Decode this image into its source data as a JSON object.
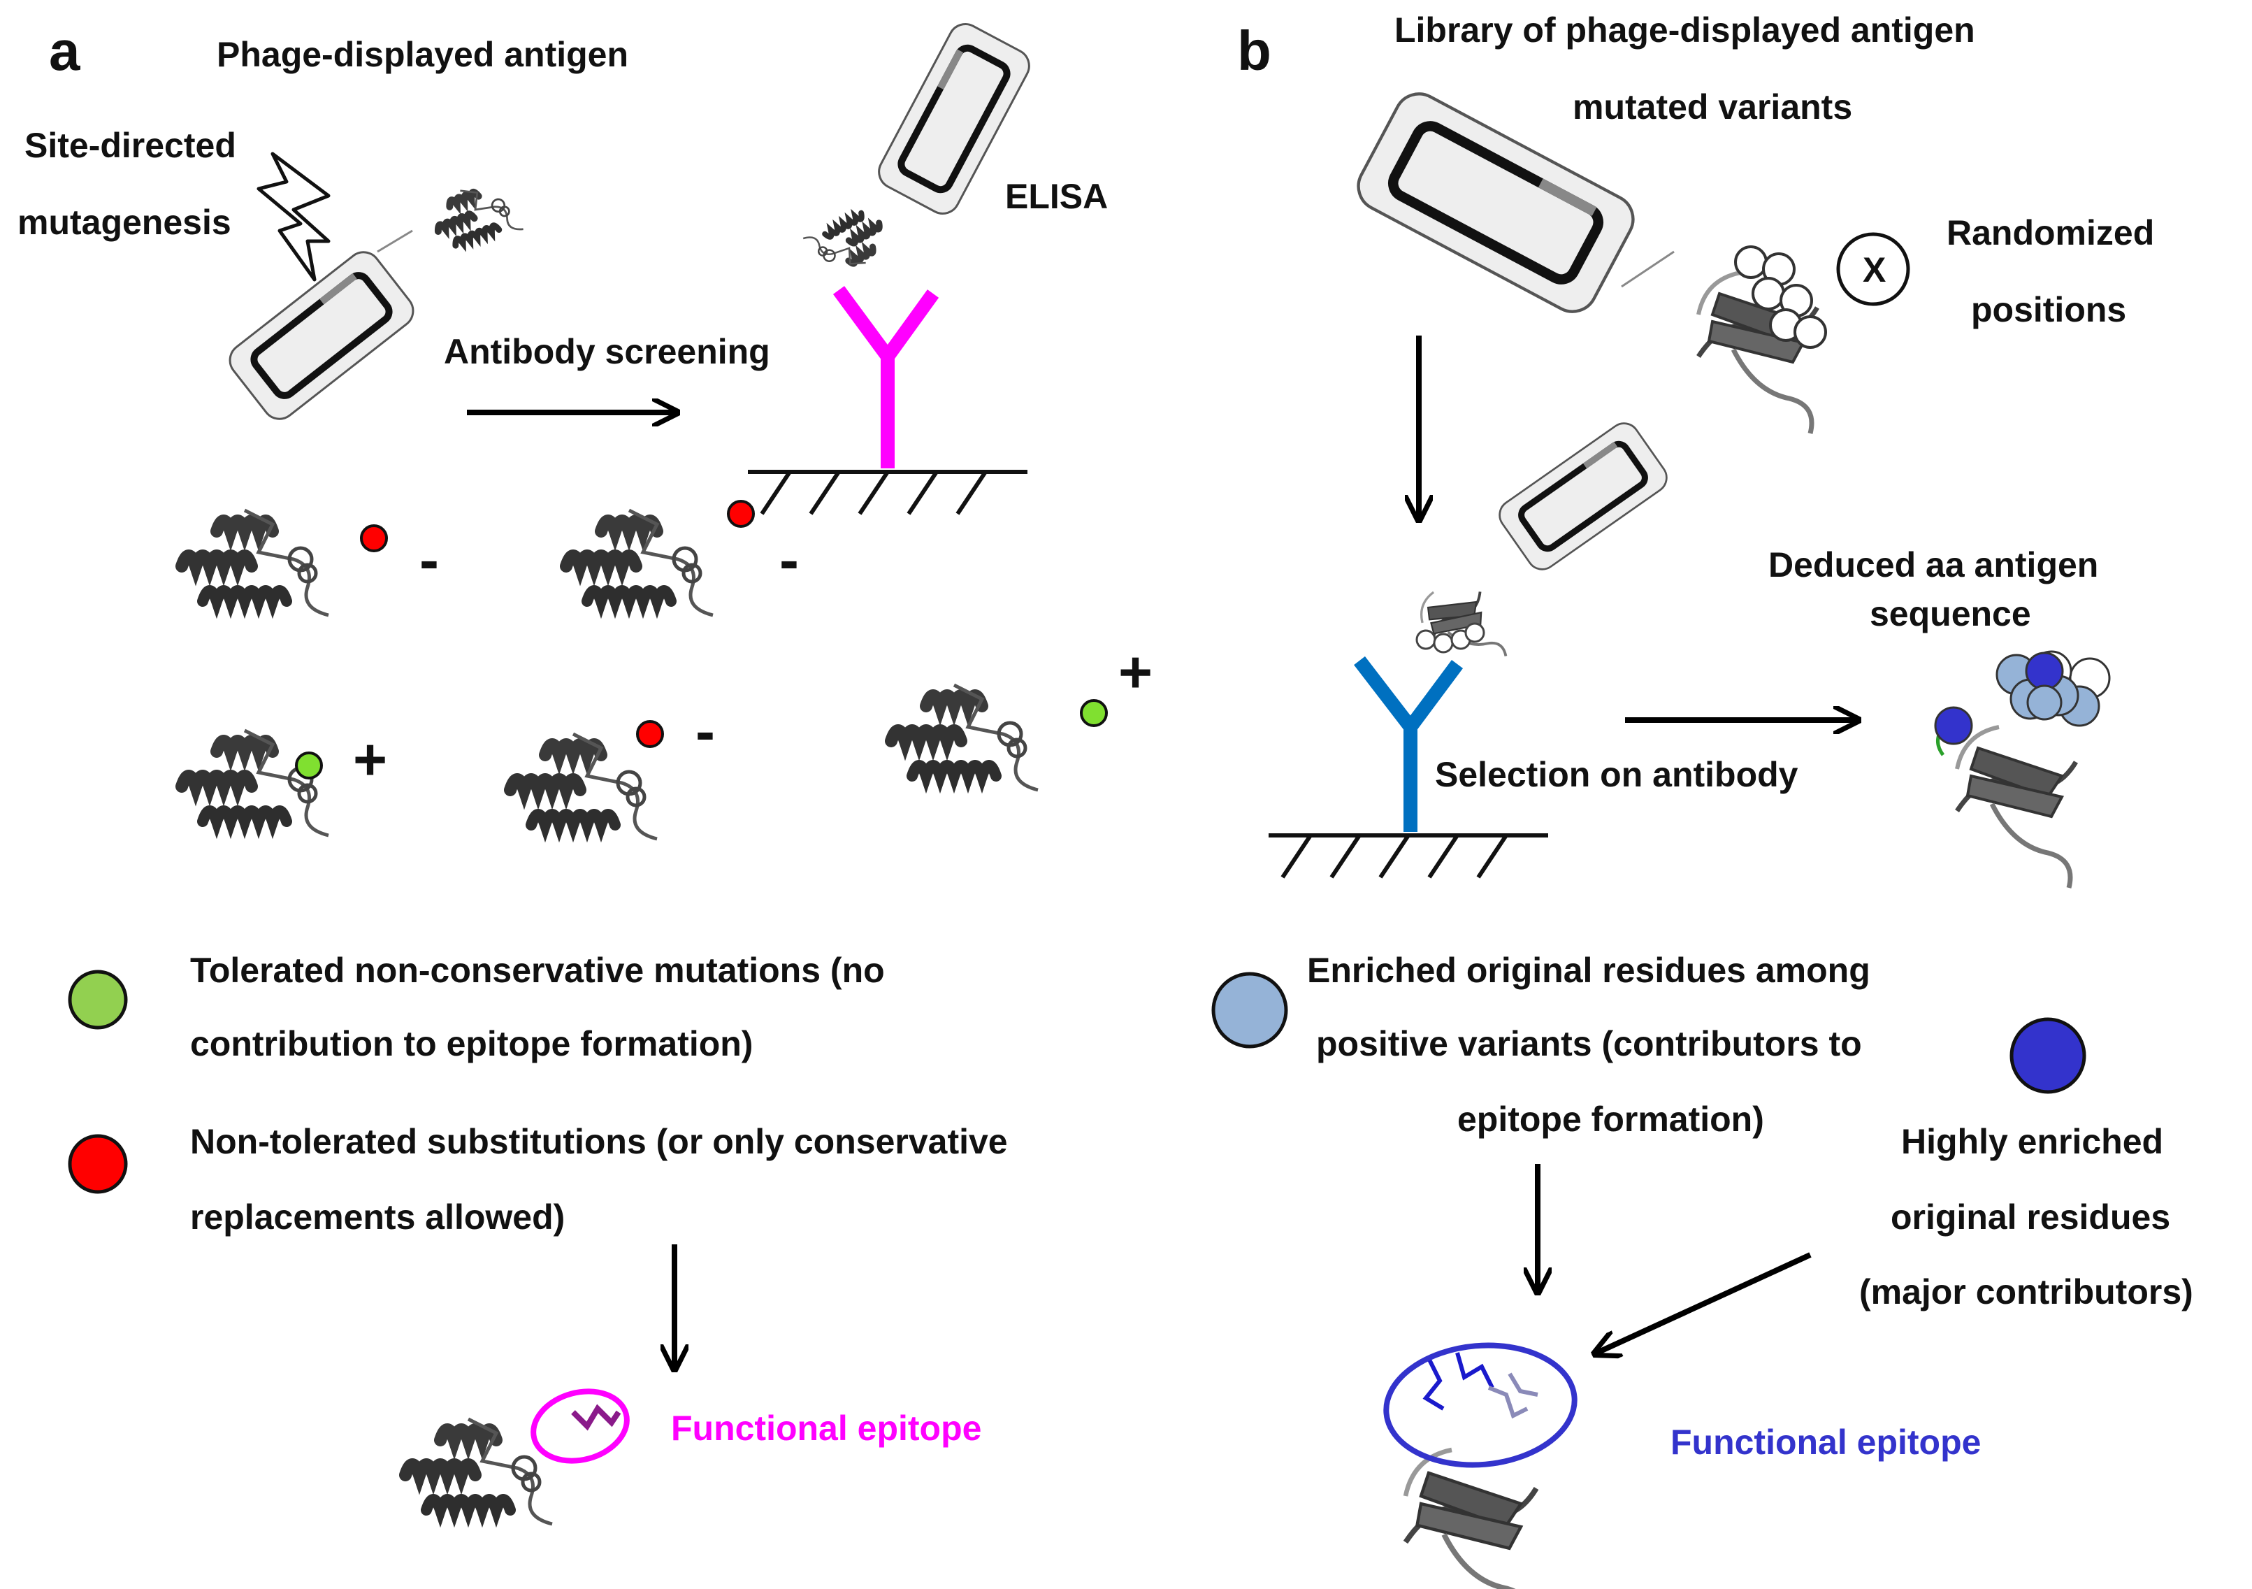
{
  "panel_a": {
    "letter": "a",
    "title": "Phage-displayed antigen",
    "mutagenesis": [
      "Site-directed",
      "mutagenesis"
    ],
    "elisa": "ELISA",
    "arrow_label": "Antibody screening",
    "signs": [
      "-",
      "-",
      "+",
      "-",
      "+"
    ],
    "legend": [
      {
        "color": "#92d050",
        "lines": [
          "Tolerated non-conservative mutations (no",
          "contribution to epitope formation)"
        ]
      },
      {
        "color": "#ff0000",
        "lines": [
          "Non-tolerated substitutions (or only conservative",
          "replacements allowed)"
        ]
      }
    ],
    "result": "Functional epitope",
    "antibody_color": "#ff00ff",
    "result_color": "#ff00ff"
  },
  "panel_b": {
    "letter": "b",
    "title_lines": [
      "Library of phage-displayed antigen",
      "mutated variants"
    ],
    "randomized_symbol": "X",
    "randomized_lines": [
      "Randomized",
      "positions"
    ],
    "deduced_lines": [
      "Deduced aa antigen",
      "sequence"
    ],
    "selection_label": "Selection on antibody",
    "legend_enriched": {
      "color": "#95b3d7",
      "lines": [
        "Enriched original residues among",
        "positive variants (contributors to",
        "epitope formation)"
      ]
    },
    "legend_highly": {
      "color": "#3333cc",
      "lines": [
        "Highly enriched",
        "original residues",
        "(major contributors)"
      ]
    },
    "result": "Functional epitope",
    "antibody_color": "#0070c0",
    "result_color": "#3333cc"
  }
}
